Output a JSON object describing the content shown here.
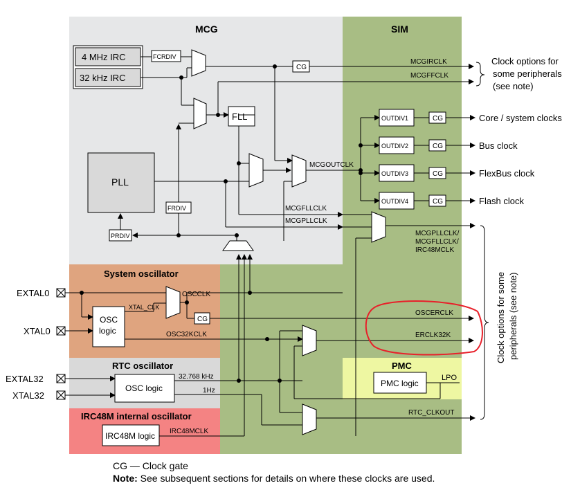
{
  "regions": {
    "mcg": {
      "title": "MCG",
      "color": "#e6e7e8"
    },
    "sim": {
      "title": "SIM",
      "color": "#a8bd84"
    },
    "system_osc": {
      "title": "System oscillator",
      "color": "#dfa47f"
    },
    "rtc_osc": {
      "title": "RTC oscillator",
      "color": "#d9d9d9"
    },
    "irc48m": {
      "title": "IRC48M internal oscillator",
      "color": "#f48383"
    },
    "pmc": {
      "title": "PMC",
      "color": "#eef7a2"
    }
  },
  "blocks": {
    "irc4m": "4 MHz IRC",
    "irc32k": "32 kHz IRC",
    "fcrdiv": "FCRDIV",
    "cg": "CG",
    "fll": "FLL",
    "pll": "PLL",
    "frdiv": "FRDIV",
    "prdiv": "PRDIV",
    "outdiv1": "OUTDIV1",
    "outdiv2": "OUTDIV2",
    "outdiv3": "OUTDIV3",
    "outdiv4": "OUTDIV4",
    "osc_logic": "OSC logic",
    "rtc_osc_logic": "OSC logic",
    "irc48m_logic": "IRC48M logic",
    "pmc_logic": "PMC logic"
  },
  "signals": {
    "mcgirclk": "MCGIRCLK",
    "mcgffclk": "MCGFFCLK",
    "mcgoutclk": "MCGOUTCLK",
    "mcgfllclk": "MCGFLLCLK",
    "mcgpllclk": "MCGPLLCLK",
    "mux_out_1": "MCGPLLCLK/",
    "mux_out_2": "MCGFLLCLK/",
    "mux_out_3": "IRC48MCLK",
    "oscclk": "OSCCLK",
    "xtal_clk": "XTAL_CLK",
    "osc32kclk": "OSC32KCLK",
    "oscerclk": "OSCERCLK",
    "erclk32k": "ERCLK32K",
    "rtc_32k": "32.768 kHz",
    "rtc_1hz": "1Hz",
    "irc48mclk": "IRC48MCLK",
    "lpo": "LPO",
    "rtc_clkout": "RTC_CLKOUT"
  },
  "pins": {
    "extal0": "EXTAL0",
    "xtal0": "XTAL0",
    "extal32": "EXTAL32",
    "xtal32": "XTAL32"
  },
  "outputs": {
    "clock_options_1": "Clock options for",
    "clock_options_2": "some peripherals",
    "clock_options_3": "(see note)",
    "core": "Core / system clocks",
    "bus": "Bus clock",
    "flexbus": "FlexBus clock",
    "flash": "Flash clock",
    "vertical_1": "Clock options for some",
    "vertical_2": "peripherals (see note)"
  },
  "legend": {
    "cg_line": "CG — Clock gate",
    "note_label": "Note:",
    "note_text": " See subsequent sections for details on where these clocks are used."
  },
  "annotation": {
    "highlight_color": "#e8202a",
    "highlighted": [
      "OSCERCLK",
      "ERCLK32K"
    ]
  }
}
